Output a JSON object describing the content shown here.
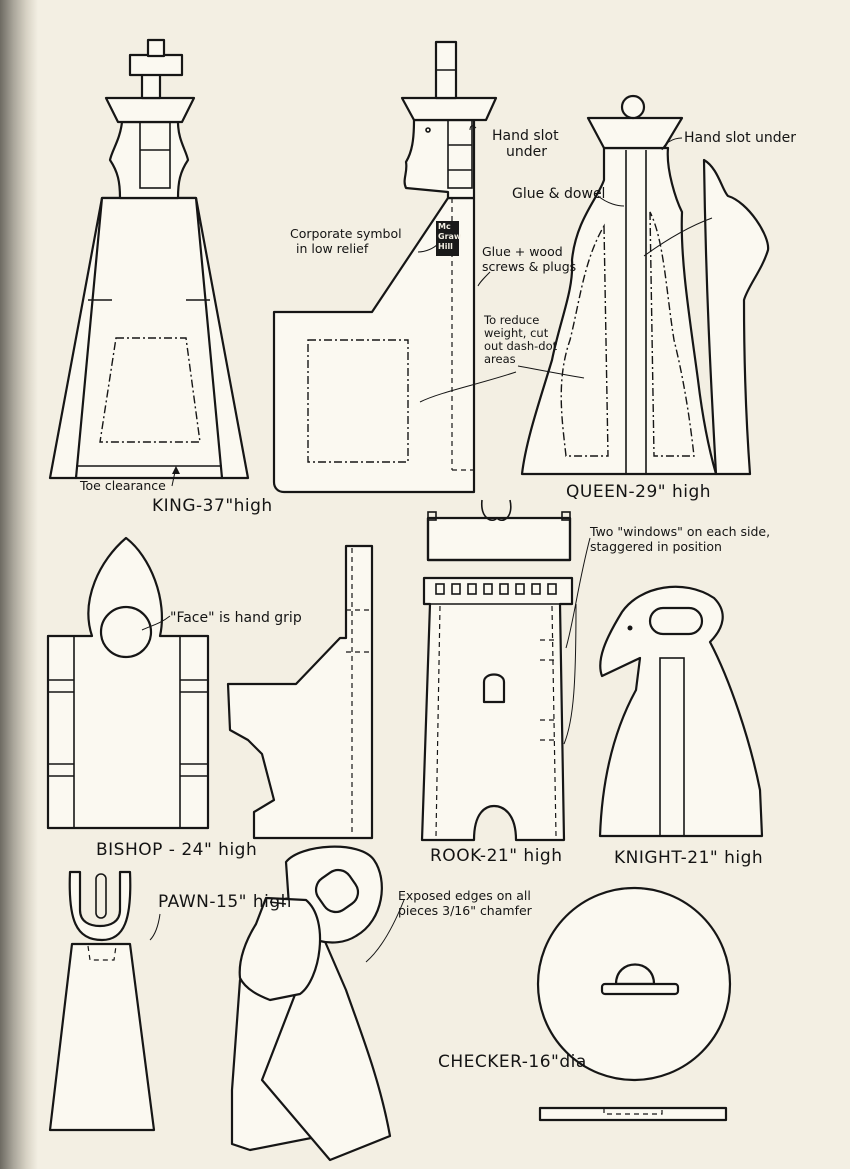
{
  "pieces": {
    "king": {
      "title": "KING-37\"high",
      "note": "Toe clearance"
    },
    "queen": {
      "title": "QUEEN-29\" high",
      "note_hand_slot_left_1": "Hand slot",
      "note_hand_slot_left_2": "under",
      "note_hand_slot_right": "Hand slot under",
      "note_glue_dowel": "Glue & dowel",
      "note_corp_1": "Corporate symbol",
      "note_corp_2": "in low relief",
      "note_glue_wood_1": "Glue + wood",
      "note_glue_wood_2": "screws & plugs",
      "note_reduce_1": "To reduce",
      "note_reduce_2": "weight, cut",
      "note_reduce_3": "out dash-dot",
      "note_reduce_4": "areas"
    },
    "bishop": {
      "title": "BISHOP - 24\" high",
      "note": "\"Face\" is hand grip"
    },
    "rook": {
      "title": "ROOK-21\" high",
      "note_1": "Two \"windows\" on each side,",
      "note_2": "staggered in position"
    },
    "knight": {
      "title": "KNIGHT-21\" high"
    },
    "pawn": {
      "title": "PAWN-15\" high",
      "note_1": "Exposed edges on all",
      "note_2": "pieces 3/16\" chamfer"
    },
    "checker": {
      "title": "CHECKER-16\"dia"
    }
  },
  "logo": {
    "line1": "Mc",
    "line2": "Graw",
    "line3": "Hill"
  }
}
